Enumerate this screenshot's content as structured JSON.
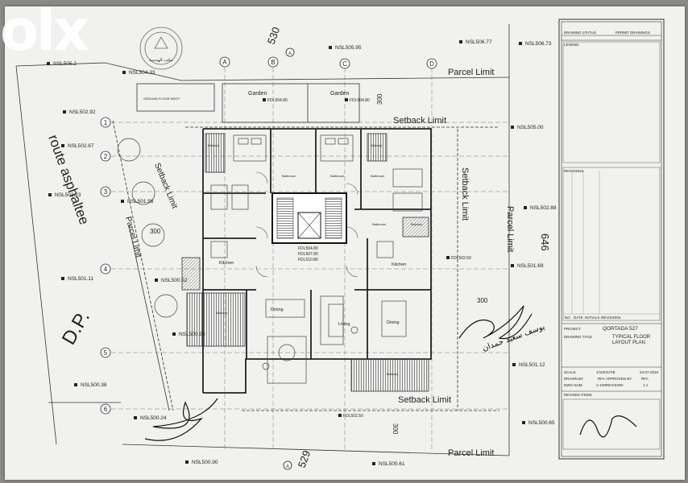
{
  "watermark": "olx",
  "labels": {
    "parcel_limit_top": "Parcel Limit",
    "parcel_limit_bottom": "Parcel Limit",
    "parcel_limit_right": "Parcel Limit",
    "parcel_limit_left": "Parcel Limit",
    "setback_limit_top": "Setback Limit",
    "setback_limit_bottom": "Setback Limit",
    "setback_limit_right": "Setback Limit",
    "setback_limit_left": "Setback Limit",
    "route": "route asphaltee",
    "dp": "D.P.",
    "garden_1": "Garden",
    "garden_2": "Garden",
    "ground_floor_west": "GROUND FLOOR WEST",
    "kitchen_1": "Kitchen",
    "kitchen_2": "Kitchen",
    "dining_1": "Dining",
    "dining_2": "Dining",
    "living": "Living",
    "bathroom_1": "Bathroom",
    "bathroom_2": "Bathroom",
    "bathroom_3": "Bathroom",
    "bathroom_4": "Bathroom",
    "balcony_1": "Balcony",
    "balcony_2": "Balcony",
    "balcony_3": "Balcony",
    "balcony_4": "Balcony",
    "balcony_5": "Balcony"
  },
  "dimensions": [
    "530",
    "529",
    "646",
    "300",
    "300",
    "300",
    "300"
  ],
  "grid_letters": [
    "A",
    "B",
    "C",
    "D"
  ],
  "grid_numbers": [
    "1",
    "2",
    "3",
    "4",
    "5",
    "6"
  ],
  "levels": {
    "nsl_505_95": "NSL505.95",
    "nsl_506_77": "NSL506.77",
    "nsl_506_73": "NSL506.73",
    "nsl_505_2": "NSL505.2",
    "nsl_504_33": "NSL504.33",
    "nsl_502_92": "NSL502.92",
    "nsl_502_67": "NSL502.67",
    "nsl_502_23": "NSL502.23",
    "nsl_501_96": "NSL501.96",
    "nsl_501_11": "NSL501.11",
    "nsl_500_52": "NSL500.52",
    "nsl_500_54": "NSL500.54",
    "nsl_500_38": "NSL500.38",
    "nsl_500_24": "NSL500.24",
    "nsl_500_90": "NSL500.90",
    "nsl_500_61": "NSL500.61",
    "nsl_505_00": "NSL505.00",
    "nsl_502_88": "NSL502.88",
    "nsl_501_69": "NSL501.69",
    "nsl_501_12": "NSL501.12",
    "nsl_500_65": "NSL500.65",
    "fdl_502_50": "FDL502.50",
    "fdl_504_80_a": "FDL504.80",
    "fdl_504_80_b": "FDL504.80",
    "fdl_502_50_b": "FDL502.50",
    "fl_504_80": "FDL504.80",
    "fl_507_80": "FDL507.80",
    "fl_510_80": "FDL510.80"
  },
  "signature_text": "يوسف سعيد حمدان",
  "stamp_text": "مكتب الهندسة",
  "title_block": {
    "drawing_status_label": "DRAWING STATUS",
    "drawing_status_value": "PERMIT DRAWINGS",
    "legend_label": "LEGEND",
    "revisions_label": "REVISIONS",
    "rev_cols": [
      "NO",
      "DATE",
      "INITIALS",
      "REVISIONS"
    ],
    "project_label": "PROJECT",
    "project_value": "QORTADA 527",
    "drawing_title_label": "DRAWING TITLE",
    "drawing_title_value": "TYPICAL FLOOR",
    "drawing_title_value2": "LAYOUT PLAN",
    "scale_label": "SCALE",
    "scale_value": "1/100",
    "date_label": "DATE",
    "date_value": "24-07-2018",
    "drawn_by_label": "DRAWN BY",
    "drawn_by_value": "RFA",
    "approved_by_label": "APPROVED BY",
    "approved_by_value": "RFA",
    "dwg_num_label": "DWG NUM.",
    "dwg_num_value": "A-100",
    "revision_label": "REVISION",
    "revision_value": "1 1",
    "revised_items_label": "REVISED ITEMS"
  }
}
